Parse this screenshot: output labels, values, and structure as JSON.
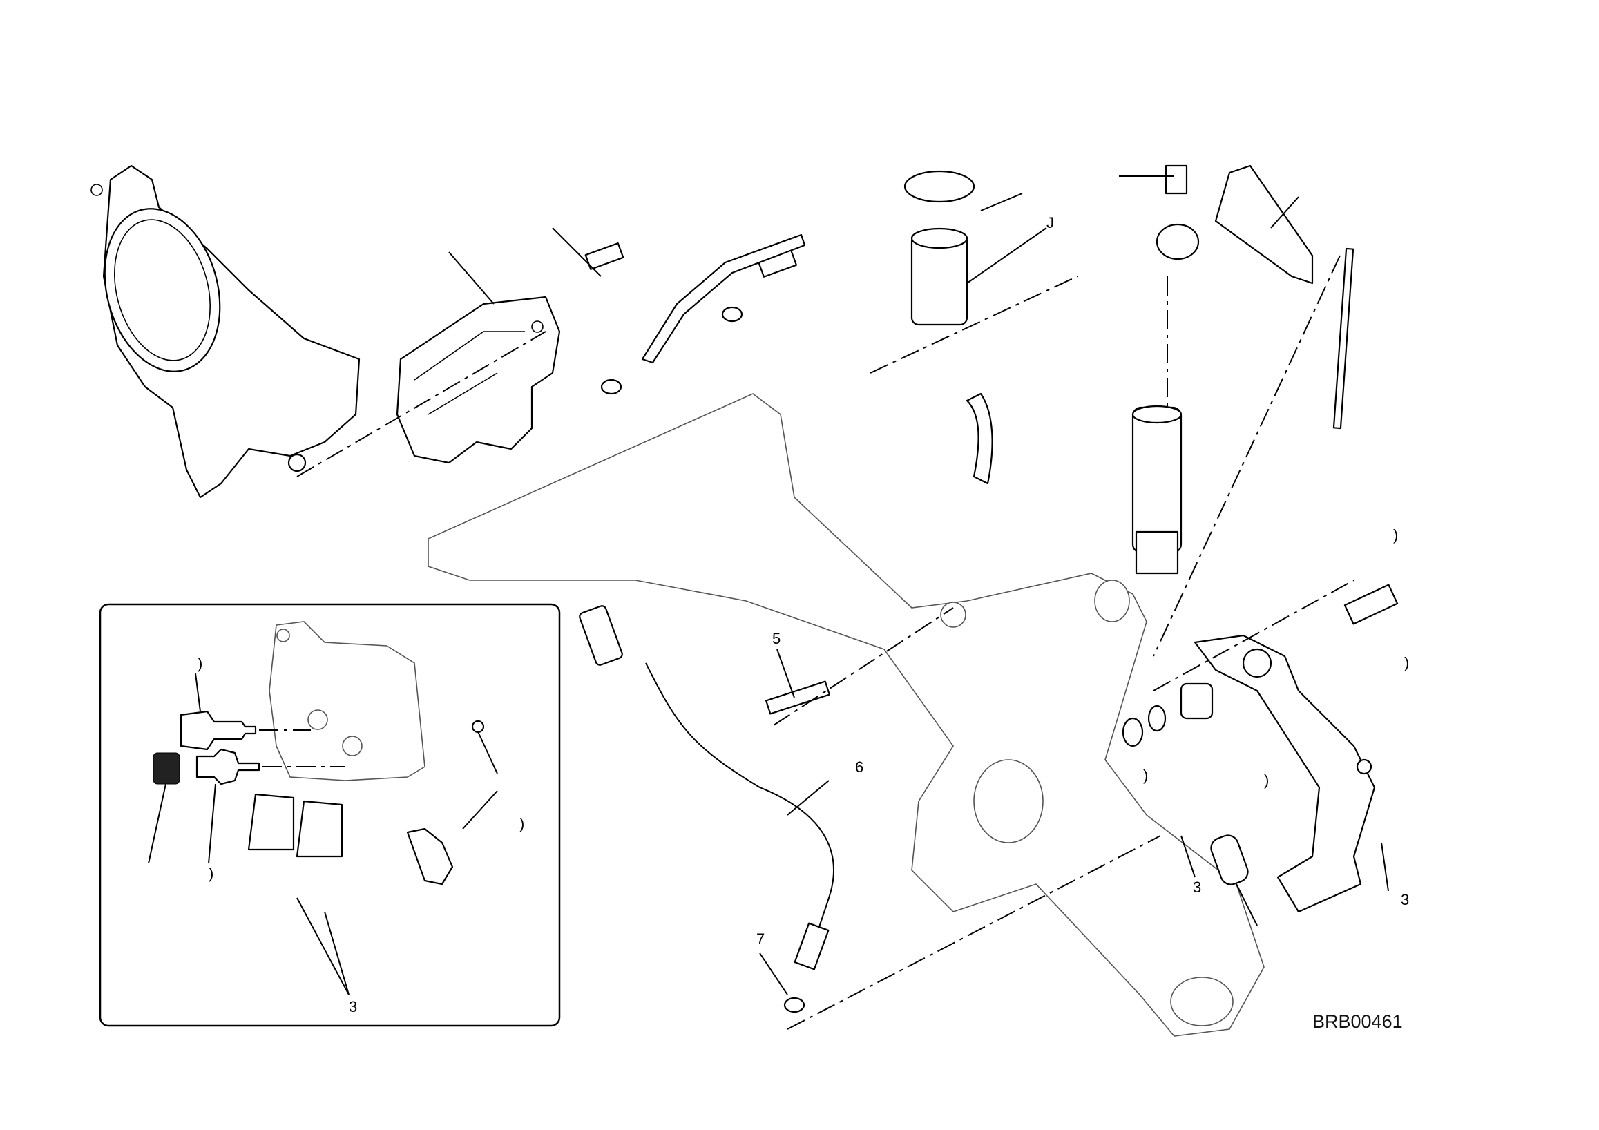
{
  "diagram": {
    "code": "BRB00461",
    "callouts": [
      "J",
      "5",
      "6",
      ")",
      ")",
      ")",
      "3",
      "7",
      "3",
      "3",
      ")",
      ")",
      ")",
      ")"
    ]
  }
}
